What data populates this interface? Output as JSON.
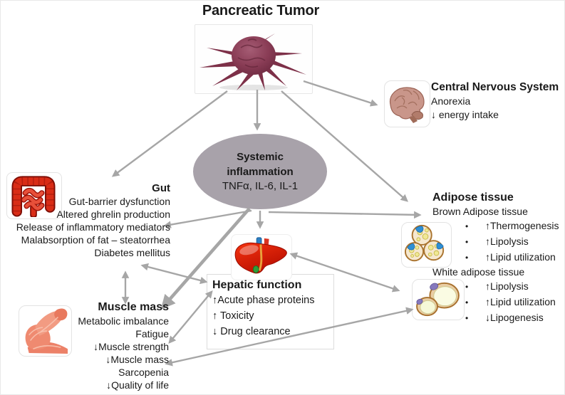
{
  "figure": {
    "title": "Pancreatic Tumor"
  },
  "colors": {
    "arrow": "#a6a6a6",
    "ellipse_fill": "#a8a2aa",
    "text": "#1a1a1a"
  },
  "inflammation": {
    "line1": "Systemic",
    "line2": "inflammation",
    "mediators": "TNFα, IL-6, IL-1"
  },
  "cns": {
    "title": "Central Nervous System",
    "items": [
      "Anorexia",
      "↓ energy intake"
    ]
  },
  "gut": {
    "title": "Gut",
    "items": [
      "Gut-barrier dysfunction",
      "Altered ghrelin production",
      "Release of inflammatory mediators",
      "Malabsorption of fat – steatorrhea",
      "Diabetes mellitus"
    ]
  },
  "adipose": {
    "title": "Adipose tissue",
    "bullet": "•",
    "brown": {
      "label": "Brown Adipose tissue",
      "items": [
        "↑Thermogenesis",
        "↑Lipolysis",
        "↑Lipid utilization"
      ]
    },
    "white": {
      "label": "White adipose tissue",
      "items": [
        "↑Lipolysis",
        "↑Lipid utilization",
        "↓Lipogenesis"
      ]
    }
  },
  "hepatic": {
    "title": "Hepatic function",
    "items": [
      "↑Acute phase proteins",
      "↑ Toxicity",
      "↓ Drug clearance"
    ]
  },
  "muscle": {
    "title": "Muscle mass",
    "items": [
      "Metabolic imbalance",
      "Fatigue",
      "↓Muscle strength",
      "↓Muscle mass",
      "Sarcopenia",
      "↓Quality of life"
    ]
  },
  "icons": {
    "tumor": "tumor-cell-icon",
    "cns": "brain-icon",
    "gut": "intestine-icon",
    "hepatic": "liver-icon",
    "muscle": "flexed-arm-icon",
    "adipose_brown": "brown-adipose-cells-icon",
    "adipose_white": "white-adipose-cells-icon"
  },
  "connections": [
    {
      "from": "pancreatic-tumor",
      "to": "central-nervous-system",
      "bidirectional": false
    },
    {
      "from": "pancreatic-tumor",
      "to": "gut",
      "bidirectional": false
    },
    {
      "from": "pancreatic-tumor",
      "to": "systemic-inflammation",
      "bidirectional": false
    },
    {
      "from": "pancreatic-tumor",
      "to": "adipose-tissue",
      "bidirectional": false
    },
    {
      "from": "systemic-inflammation",
      "to": "gut",
      "bidirectional": false
    },
    {
      "from": "systemic-inflammation",
      "to": "hepatic-function",
      "bidirectional": false
    },
    {
      "from": "systemic-inflammation",
      "to": "adipose-tissue",
      "bidirectional": false
    },
    {
      "from": "systemic-inflammation",
      "to": "muscle-mass",
      "bidirectional": false,
      "emphasis": "thick"
    },
    {
      "from": "gut",
      "to": "muscle-mass",
      "bidirectional": true
    },
    {
      "from": "gut",
      "to": "hepatic-function",
      "bidirectional": true
    },
    {
      "from": "hepatic-function",
      "to": "muscle-mass",
      "bidirectional": true
    },
    {
      "from": "hepatic-function",
      "to": "white-adipose-tissue",
      "bidirectional": true
    },
    {
      "from": "muscle-mass",
      "to": "white-adipose-tissue",
      "bidirectional": true
    }
  ]
}
